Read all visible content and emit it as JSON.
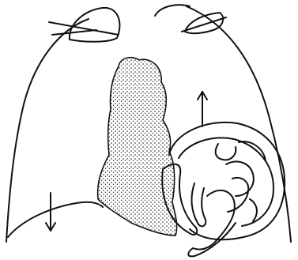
{
  "diagram": {
    "style": "black line drawing with stippled shading",
    "ink_color": "#111111",
    "background_color": "#ffffff",
    "stipple_color": "#1a1a1a",
    "components": [
      {
        "name": "left-lung-outline",
        "kind": "outline"
      },
      {
        "name": "right-lung-outline",
        "kind": "outline"
      },
      {
        "name": "left-clavicle",
        "kind": "bone"
      },
      {
        "name": "right-clavicle",
        "kind": "bone"
      },
      {
        "name": "mediastinal-shadow",
        "kind": "stippled-mass"
      },
      {
        "name": "herniated-bowel-loops",
        "kind": "coiled-loops"
      },
      {
        "name": "left-diaphragm-line",
        "kind": "curve"
      },
      {
        "name": "arrow-down",
        "direction": "down",
        "icon": "arrow-down-icon"
      },
      {
        "name": "arrow-up",
        "direction": "up",
        "icon": "arrow-up-icon"
      }
    ]
  }
}
